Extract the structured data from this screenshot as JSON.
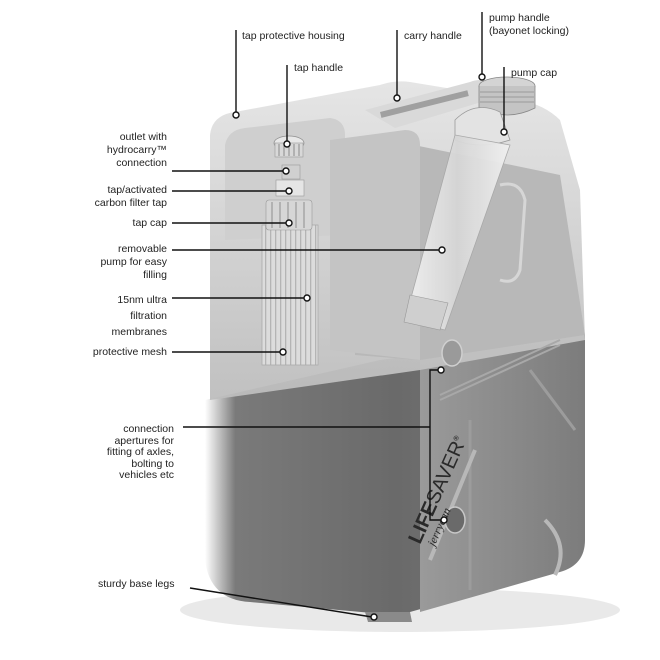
{
  "diagram": {
    "subject": "LifeSaver jerrycan water filter container",
    "brand": {
      "name": "LIFESAVER",
      "sub": "jerrycan",
      "trademark": "®"
    },
    "colors": {
      "background": "#ffffff",
      "body_dark": "#6b6b6b",
      "body_mid": "#8a8a8a",
      "body_light": "#c9c9c9",
      "translucent": "#d8d8d8",
      "callout_line": "#111111",
      "label_text": "#222222"
    },
    "callouts": [
      {
        "id": "tap-protective-housing",
        "label": "tap protective housing"
      },
      {
        "id": "carry-handle",
        "label": "carry handle"
      },
      {
        "id": "pump-handle",
        "label": "pump handle\n(bayonet locking)"
      },
      {
        "id": "tap-handle",
        "label": "tap handle"
      },
      {
        "id": "pump-cap",
        "label": "pump cap"
      },
      {
        "id": "outlet",
        "label": "outlet with\nhydrocarry™\nconnection"
      },
      {
        "id": "tap-carbon-filter",
        "label": "tap/activated\ncarbon filter tap"
      },
      {
        "id": "tap-cap",
        "label": "tap cap"
      },
      {
        "id": "removable-pump",
        "label": "removable\npump for easy\nfilling"
      },
      {
        "id": "membranes",
        "label": "15nm ultra\nfiltration\nmembranes"
      },
      {
        "id": "protective-mesh",
        "label": "protective mesh"
      },
      {
        "id": "connection-apertures",
        "label": "connection\napertures for\nfitting of axles,\nbolting to\nvehicles etc"
      },
      {
        "id": "base-legs",
        "label": "sturdy base legs"
      }
    ]
  }
}
